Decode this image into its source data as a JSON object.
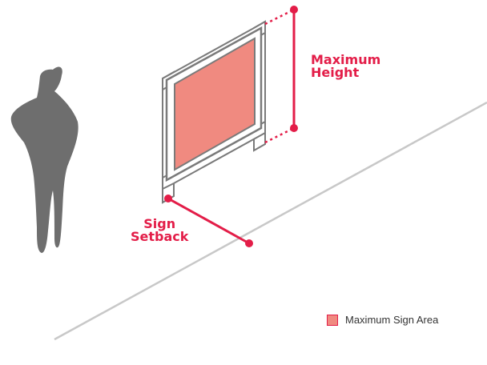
{
  "labels": {
    "height_line1": "Maximum",
    "height_line2": "Height",
    "setback_line1": "Sign",
    "setback_line2": "Setback"
  },
  "legend": {
    "label": "Maximum Sign Area"
  },
  "colors": {
    "accent": "#e31d48",
    "sign_area": "#f08a80",
    "figure": "#6e6e6e",
    "ground_line": "#c8c8c8",
    "sign_frame": "#7a7a7a"
  },
  "icons": {
    "person": "person-silhouette-icon",
    "dimension_point": "dimension-dot-icon"
  }
}
